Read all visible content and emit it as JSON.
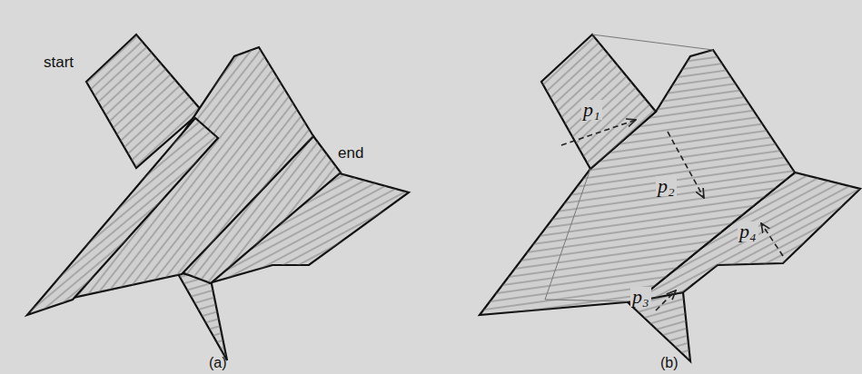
{
  "diagram": {
    "labels": [
      "start",
      "end",
      "(a)",
      "p₁",
      "p₂",
      "p₃",
      "p₄",
      "(b)"
    ]
  }
}
